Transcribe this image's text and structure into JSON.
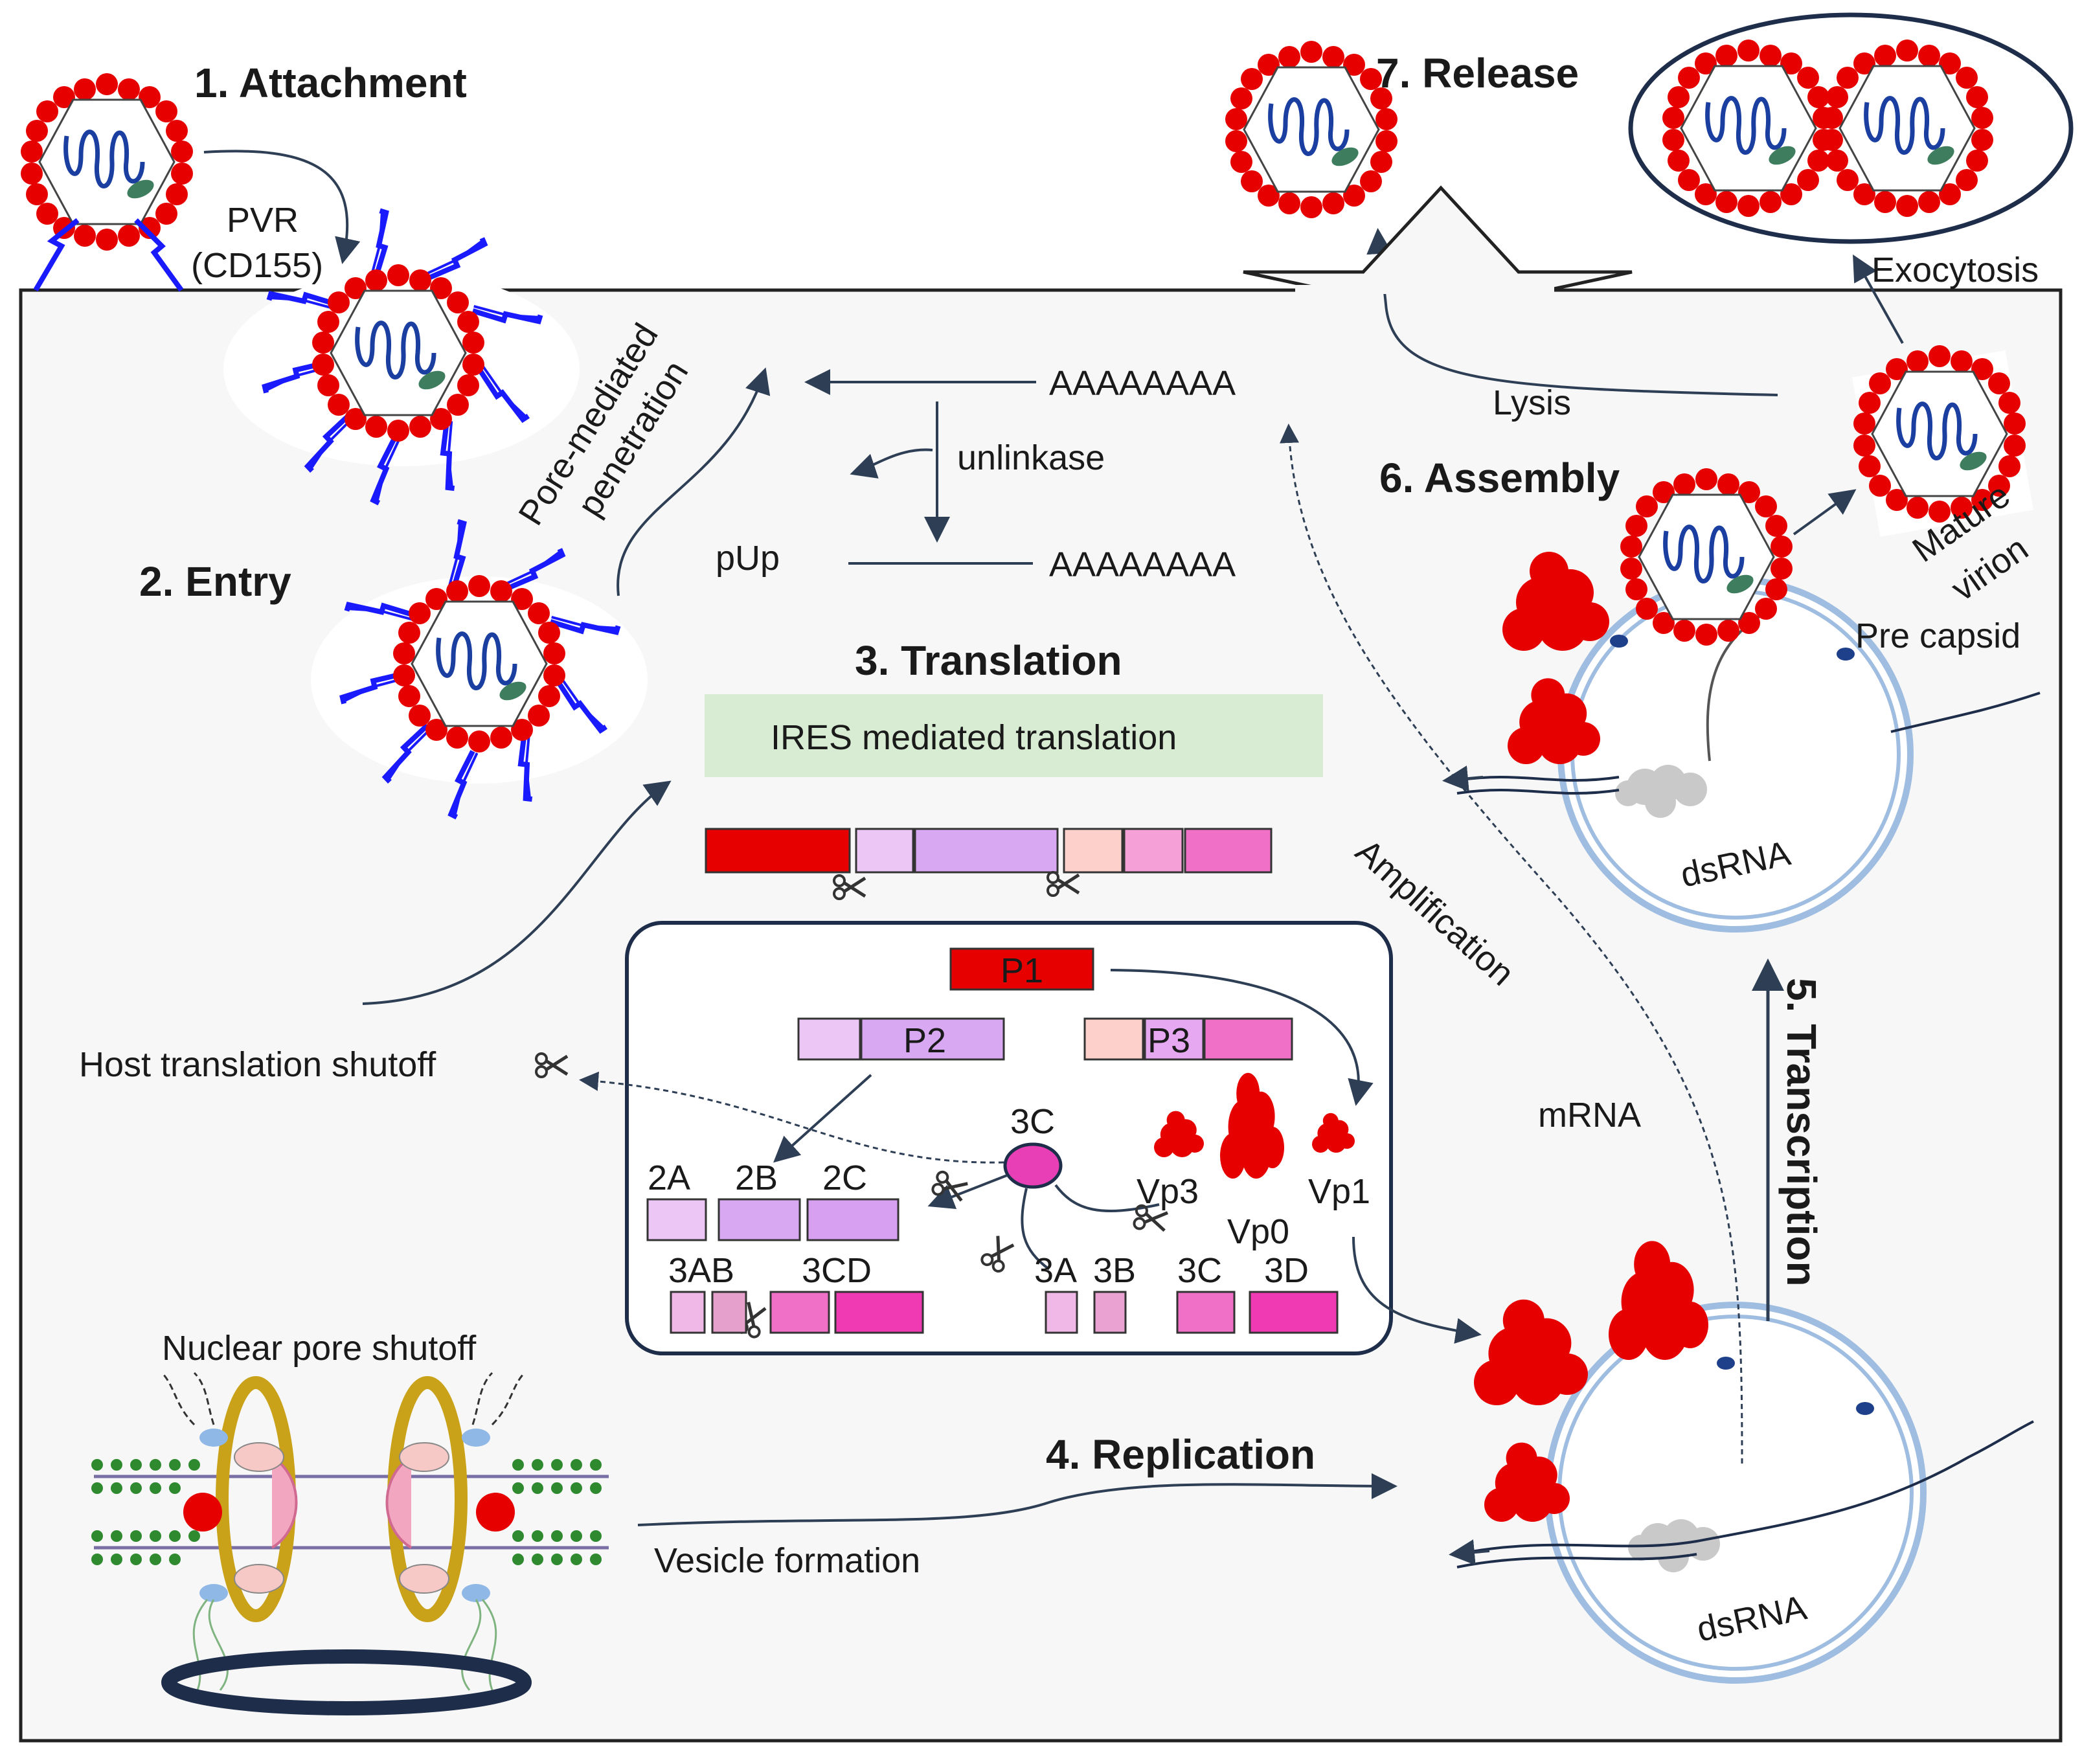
{
  "steps": {
    "attachment": "1. Attachment",
    "entry": "2. Entry",
    "translation": "3. Translation",
    "replication": "4. Replication",
    "transcription": "5. Transcription",
    "assembly": "6. Assembly",
    "release": "7. Release"
  },
  "labels": {
    "pvr_line1": "PVR",
    "pvr_line2": "(CD155)",
    "pore_line1": "Pore-mediated",
    "pore_line2": "penetration",
    "polyA_top": "AAAAAAAA",
    "polyA_bottom": "AAAAAAAA",
    "unlinkase": "unlinkase",
    "pup": "pUp",
    "ires": "IRES mediated translation",
    "host_shutoff": "Host translation shutoff",
    "nuclear_shutoff": "Nuclear pore shutoff",
    "vesicle_formation": "Vesicle formation",
    "amplification": "Amplification",
    "mrna": "mRNA",
    "dsrna_top": "dsRNA",
    "dsrna_bottom": "dsRNA",
    "pre_capsid": "Pre capsid",
    "mature_line1": "Mature",
    "mature_line2": "virion",
    "lysis": "Lysis",
    "exocytosis": "Exocytosis"
  },
  "polyprotein": {
    "p1": "P1",
    "p2": "P2",
    "p3": "P3",
    "proteins": [
      "2A",
      "2B",
      "2C",
      "3AB",
      "3CD",
      "3A",
      "3B",
      "3C",
      "3D"
    ],
    "protease": "3C",
    "capsid": [
      "Vp3",
      "Vp0",
      "Vp1"
    ]
  },
  "colors": {
    "capsid_red": "#e60000",
    "receptor_blue": "#1a1aff",
    "rna_blue": "#1b3fa0",
    "ires_green": "#d8ecd4",
    "box_outline": "#1e2d4a",
    "vesicle_blue": "#9fbde0",
    "membrane_gold": "#c9a21a",
    "protease_pink": "#e83fb6",
    "p2_purple": "#d5a3f0",
    "p3_pink": "#f070c8"
  }
}
